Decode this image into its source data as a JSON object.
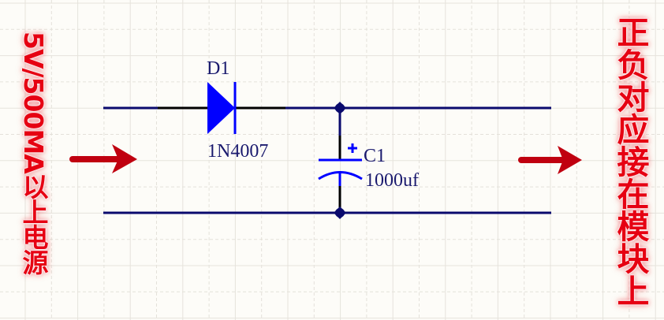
{
  "left_note": "5V/500MA以上电源",
  "right_note": "正负对应接在模块上",
  "components": {
    "diode": {
      "designator": "D1",
      "part": "1N4007"
    },
    "capacitor": {
      "designator": "C1",
      "value": "1000uf",
      "polarity_mark": "+"
    }
  },
  "colors": {
    "background": "#fdfcf8",
    "wire": "#0a0a6e",
    "component": "#0000ff",
    "arrow": "#c00010",
    "note": "#e60012"
  }
}
